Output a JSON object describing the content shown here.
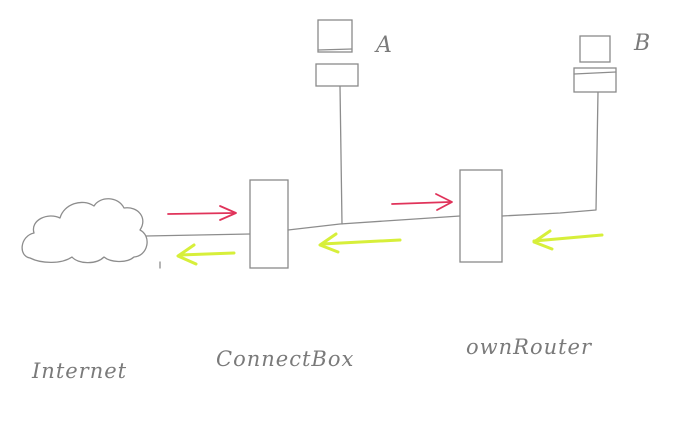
{
  "labels": {
    "internet": "Internet",
    "connect_box": "ConnectBox",
    "own_router": "ownRouter",
    "computer_a": "A",
    "computer_b": "B"
  },
  "colors": {
    "pencil": "#8d8d8d",
    "outgoing_arrow": "#e0335a",
    "incoming_arrow": "#d7ef3a",
    "paper": "#ffffff"
  },
  "icons": {
    "internet": "cloud-icon",
    "computer_a": "computer-icon",
    "computer_b": "computer-icon"
  }
}
